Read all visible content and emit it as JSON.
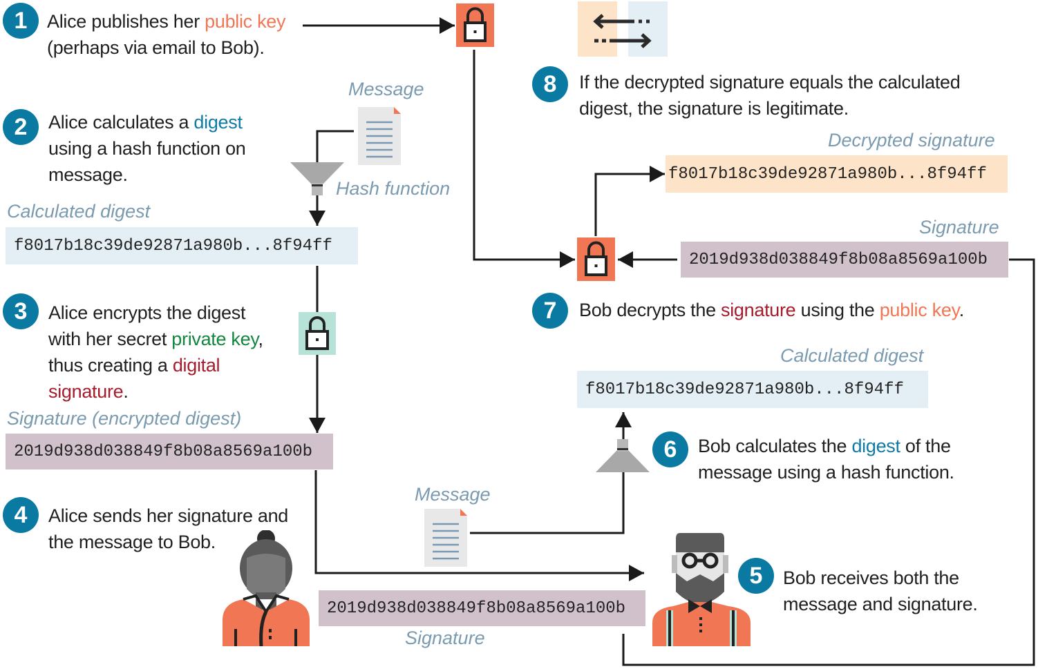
{
  "steps": [
    {
      "num": "1",
      "parts": [
        {
          "t": "Alice publishes her "
        },
        {
          "t": "public key",
          "c": "pub"
        },
        {
          "t": "\n(perhaps via email to Bob)."
        }
      ]
    },
    {
      "num": "2",
      "parts": [
        {
          "t": "Alice calculates a "
        },
        {
          "t": "digest",
          "c": "dig"
        },
        {
          "t": "\nusing a hash function on\nmessage."
        }
      ]
    },
    {
      "num": "3",
      "parts": [
        {
          "t": "Alice encrypts the digest\nwith her secret "
        },
        {
          "t": "private key",
          "c": "priv"
        },
        {
          "t": ",\nthus creating a "
        },
        {
          "t": "digital\nsignature",
          "c": "sig"
        },
        {
          "t": "."
        }
      ]
    },
    {
      "num": "4",
      "parts": [
        {
          "t": "Alice sends her signature and\nthe message to Bob."
        }
      ]
    },
    {
      "num": "5",
      "parts": [
        {
          "t": "Bob receives both the\nmessage and signature."
        }
      ]
    },
    {
      "num": "6",
      "parts": [
        {
          "t": "Bob calculates the "
        },
        {
          "t": "digest",
          "c": "dig"
        },
        {
          "t": " of the\nmessage using a hash function."
        }
      ]
    },
    {
      "num": "7",
      "parts": [
        {
          "t": "Bob decrypts the "
        },
        {
          "t": "signature",
          "c": "sig"
        },
        {
          "t": " using the "
        },
        {
          "t": "public key",
          "c": "pub"
        },
        {
          "t": "."
        }
      ]
    },
    {
      "num": "8",
      "parts": [
        {
          "t": "If the decrypted signature equals the calculated\ndigest, the signature is legitimate."
        }
      ]
    }
  ],
  "labels": {
    "message_top": "Message",
    "hash_function": "Hash function",
    "calculated_digest_left": "Calculated digest",
    "signature_encrypted": "Signature (encrypted digest)",
    "message_bottom": "Message",
    "signature_bottom": "Signature",
    "calculated_digest_right": "Calculated digest",
    "signature_right": "Signature",
    "decrypted_signature": "Decrypted signature"
  },
  "values": {
    "digest": "f8017b18c39de92871a980b...8f94ff",
    "signature": "2019d938d038849f8b08a8569a100b"
  },
  "icons": {
    "public_key_lock": "lock-icon",
    "private_key_lock": "lock-icon",
    "decrypt_lock": "lock-icon",
    "compare": "compare-arrows-icon",
    "document": "document-icon",
    "hash": "funnel-icon",
    "alice": "person-icon",
    "bob": "person-icon"
  },
  "colors": {
    "badge": "#0a7aa3",
    "public_key": "#f07654",
    "private_key": "#12853f",
    "signature": "#a51c2c",
    "digest": "#0f7aa5"
  }
}
